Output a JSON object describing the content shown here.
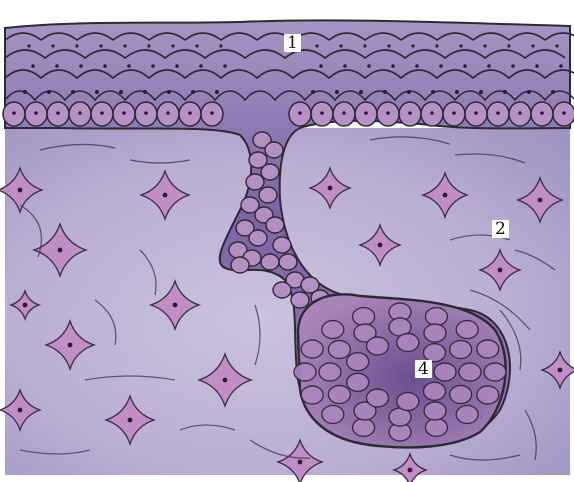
{
  "figure": {
    "labels": [
      {
        "id": "1",
        "text": "1"
      },
      {
        "id": "2",
        "text": "2"
      },
      {
        "id": "4",
        "text": "4"
      }
    ]
  },
  "colors": {
    "background": "#ffffff",
    "stroma": "#c4bad8",
    "stroma_dark": "#9c8fc0",
    "epithelium": "#8c72ad",
    "cell_fill": "#b88fc2",
    "outline": "#2d2a36",
    "nucleus": "#2a1e33"
  }
}
